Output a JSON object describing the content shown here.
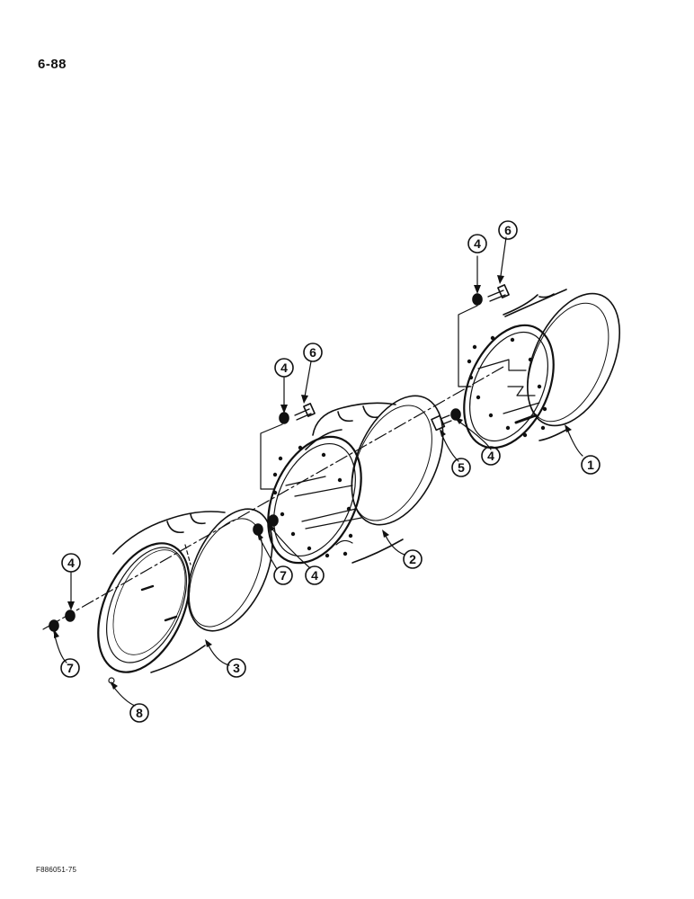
{
  "page": {
    "number": "6-88",
    "figure_code": "F886051-75"
  },
  "diagram": {
    "parts": [
      {
        "label": "1",
        "item": "outer rim half"
      },
      {
        "label": "2",
        "item": "center rim"
      },
      {
        "label": "3",
        "item": "inner rim half"
      },
      {
        "label": "4",
        "item": "washer"
      },
      {
        "label": "5",
        "item": "bolt"
      },
      {
        "label": "6",
        "item": "bolt"
      },
      {
        "label": "7",
        "item": "nut"
      },
      {
        "label": "8",
        "item": "valve hole"
      }
    ],
    "callouts": [
      "1",
      "2",
      "3",
      "4",
      "4",
      "4",
      "4",
      "4",
      "5",
      "6",
      "6",
      "7",
      "7",
      "8"
    ]
  },
  "colors": {
    "ink": "#111111",
    "paper": "#ffffff"
  }
}
